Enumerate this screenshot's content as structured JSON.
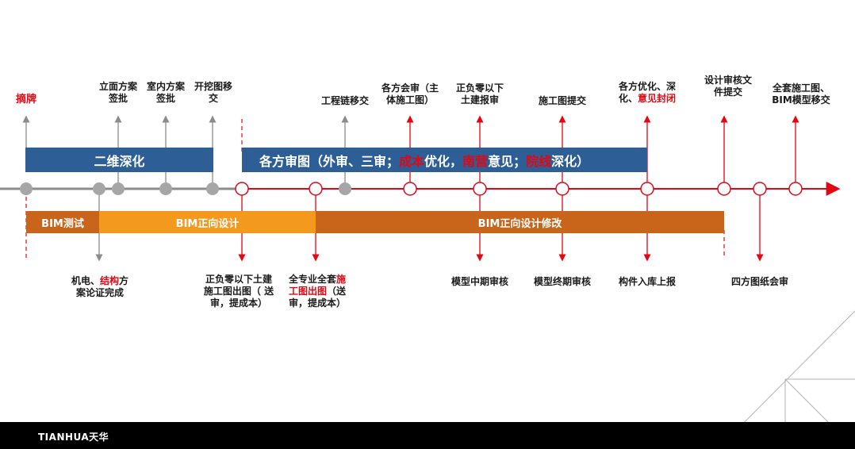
{
  "top_labels": [
    {
      "id": "zhaipai",
      "lines": [
        [
          {
            "t": "摘牌",
            "red": true
          }
        ]
      ]
    },
    {
      "id": "limian",
      "lines": [
        [
          {
            "t": "立面方案"
          }
        ],
        [
          {
            "t": "签批"
          }
        ]
      ]
    },
    {
      "id": "shinei",
      "lines": [
        [
          {
            "t": "室内方案"
          }
        ],
        [
          {
            "t": "签批"
          }
        ]
      ]
    },
    {
      "id": "kaiwa",
      "lines": [
        [
          {
            "t": "开挖图移"
          }
        ],
        [
          {
            "t": "交"
          }
        ]
      ]
    },
    {
      "id": "gongcheng",
      "lines": [
        [
          {
            "t": "工程链移交"
          }
        ]
      ]
    },
    {
      "id": "gefanghuishen",
      "lines": [
        [
          {
            "t": "各方会审（主"
          }
        ],
        [
          {
            "t": "体施工图）"
          }
        ]
      ]
    },
    {
      "id": "zhengfu",
      "lines": [
        [
          {
            "t": "正负零以下"
          }
        ],
        [
          {
            "t": "土建报审"
          }
        ]
      ]
    },
    {
      "id": "shigongtijiao",
      "lines": [
        [
          {
            "t": "施工图提交"
          }
        ]
      ]
    },
    {
      "id": "youhua",
      "lines": [
        [
          {
            "t": "各方优化、深"
          }
        ],
        [
          {
            "t": "化、"
          },
          {
            "t": "意见封闭",
            "red": true
          }
        ]
      ]
    },
    {
      "id": "shejishenhe",
      "lines": [
        [
          {
            "t": "设计审核文"
          }
        ],
        [
          {
            "t": "件提交"
          }
        ]
      ]
    },
    {
      "id": "quantao",
      "lines": [
        [
          {
            "t": "全套施工图、"
          }
        ],
        [
          {
            "t": "BIM模型移交"
          }
        ]
      ]
    }
  ],
  "bottom_labels": [
    {
      "id": "jidian",
      "lines": [
        [
          {
            "t": "机电、"
          },
          {
            "t": "结构",
            "red": true
          },
          {
            "t": "方"
          }
        ],
        [
          {
            "t": "案论证完成"
          }
        ]
      ]
    },
    {
      "id": "zhengfuchutu",
      "lines": [
        [
          {
            "t": "正负零以下土建"
          }
        ],
        [
          {
            "t": "施工图出图（ 送"
          }
        ],
        [
          {
            "t": "审，提成本）"
          }
        ]
      ]
    },
    {
      "id": "quanzhuanye",
      "lines": [
        [
          {
            "t": "全专业全套"
          },
          {
            "t": "施",
            "red": true
          }
        ],
        [
          {
            "t": "工图出图",
            "red": true
          },
          {
            "t": "（送"
          }
        ],
        [
          {
            "t": "审，提成本）"
          }
        ]
      ]
    },
    {
      "id": "zhongqi",
      "lines": [
        [
          {
            "t": "模型中期审核"
          }
        ]
      ]
    },
    {
      "id": "zhongqi2",
      "lines": [
        [
          {
            "t": "模型终期审核"
          }
        ]
      ]
    },
    {
      "id": "goujian",
      "lines": [
        [
          {
            "t": "构件入库上报"
          }
        ]
      ]
    },
    {
      "id": "sifang",
      "lines": [
        [
          {
            "t": "四方图纸会审"
          }
        ]
      ]
    }
  ],
  "blue_bands": [
    {
      "id": "erwei",
      "parts": [
        {
          "t": "二维深化"
        }
      ]
    },
    {
      "id": "gefangshentu",
      "parts": [
        {
          "t": "各方审图（外审、三审；"
        },
        {
          "t": "成本",
          "red": true
        },
        {
          "t": "优化，"
        },
        {
          "t": "南营",
          "red": true
        },
        {
          "t": "意见；"
        },
        {
          "t": "院线",
          "red": true
        },
        {
          "t": "深化）"
        }
      ]
    }
  ],
  "orange_bands": [
    {
      "id": "bimceshi",
      "label": "BIM测试",
      "color": "#c8651b"
    },
    {
      "id": "bimzhengxiang",
      "label": "BIM正向设计",
      "color": "#f39a1e"
    },
    {
      "id": "bimxiugai",
      "label": "BIM正向设计修改",
      "color": "#c8651b"
    }
  ],
  "footer": {
    "brand": "TIANHUA天华"
  },
  "colors": {
    "red": "#e30613",
    "gray": "#8c8c8c",
    "blue": "#2d5f96"
  }
}
